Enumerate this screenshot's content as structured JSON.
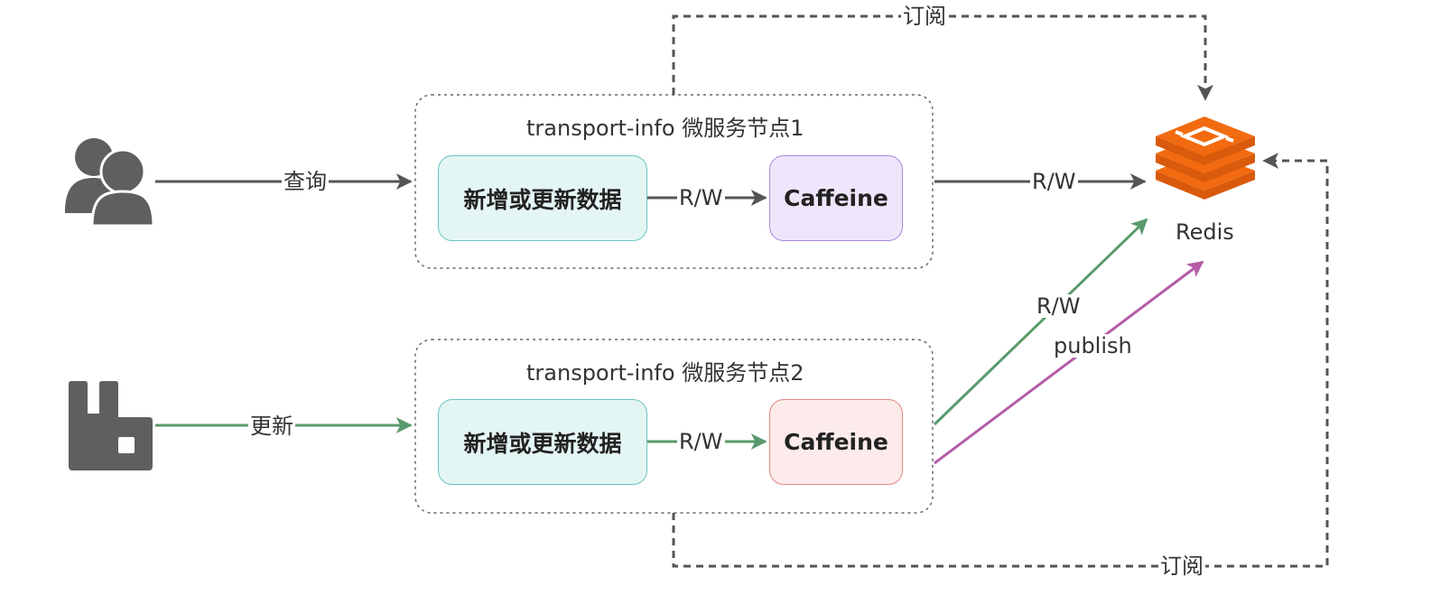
{
  "node1": {
    "title": "transport-info 微服务节点1",
    "task_label": "新增或更新数据",
    "cache_label": "Caffeine",
    "inner_edge_label": "R/W"
  },
  "node2": {
    "title": "transport-info 微服务节点2",
    "task_label": "新增或更新数据",
    "cache_label": "Caffeine",
    "inner_edge_label": "R/W"
  },
  "redis": {
    "label": "Redis"
  },
  "edges": {
    "query_label": "查询",
    "update_label": "更新",
    "node1_redis_label": "R/W",
    "node2_redis_label": "R/W",
    "publish_label": "publish",
    "subscribe_top_label": "订阅",
    "subscribe_bottom_label": "订阅"
  },
  "icons": {
    "users": "users-icon",
    "queue": "rabbitmq-icon",
    "redis": "redis-icon"
  },
  "colors": {
    "dark_edge": "#555555",
    "green_edge": "#5a9a6e",
    "purple_edge": "#b55ba8",
    "redis_orange": "#f26b10"
  }
}
